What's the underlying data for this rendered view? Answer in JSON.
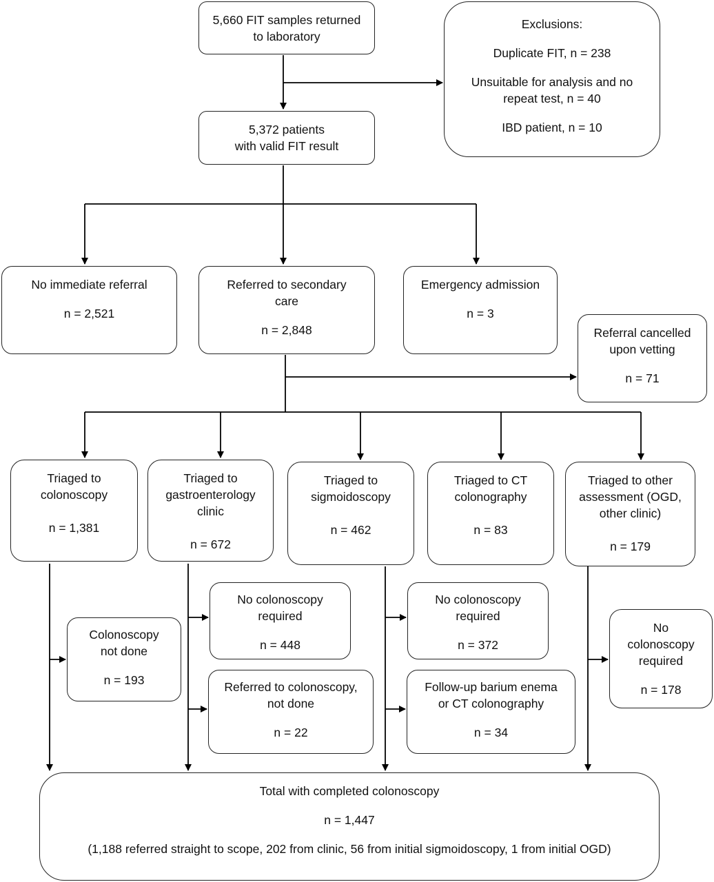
{
  "diagram": {
    "samples": {
      "text": "5,660 FIT samples returned\nto laboratory"
    },
    "exclusions": {
      "title": "Exclusions:",
      "items": [
        "Duplicate FIT, n = 238",
        "Unsuitable for analysis and no\nrepeat test, n = 40",
        "IBD patient, n = 10"
      ]
    },
    "valid": {
      "text": "5,372 patients\nwith valid FIT result"
    },
    "no_referral": {
      "label": "No immediate referral",
      "n": "n = 2,521"
    },
    "referred": {
      "label": "Referred to secondary\ncare",
      "n": "n = 2,848"
    },
    "emergency": {
      "label": "Emergency admission",
      "n": "n = 3"
    },
    "cancelled": {
      "label": "Referral cancelled\nupon vetting",
      "n": "n = 71"
    },
    "triaged_colonoscopy": {
      "label": "Triaged to\ncolonoscopy",
      "n": "n = 1,381"
    },
    "triaged_gastro": {
      "label": "Triaged to\ngastroenterology\nclinic",
      "n": "n = 672"
    },
    "triaged_sigmoid": {
      "label": "Triaged to\nsigmoidoscopy",
      "n": "n = 462"
    },
    "triaged_ct": {
      "label": "Triaged to CT\ncolonography",
      "n": "n = 83"
    },
    "triaged_other": {
      "label": "Triaged to other\nassessment (OGD,\nother clinic)",
      "n": "n = 179"
    },
    "colonoscopy_not_done": {
      "label": "Colonoscopy\nnot done",
      "n": "n = 193"
    },
    "gastro_no_colonoscopy": {
      "label": "No colonoscopy\nrequired",
      "n": "n = 448"
    },
    "gastro_not_done": {
      "label": "Referred to colonoscopy,\nnot done",
      "n": "n = 22"
    },
    "sigmoid_no_colonoscopy": {
      "label": "No colonoscopy\nrequired",
      "n": "n = 372"
    },
    "sigmoid_followup": {
      "label": "Follow-up barium enema\nor CT colonography",
      "n": "n = 34"
    },
    "other_no_colonoscopy": {
      "label": "No\ncolonoscopy\nrequired",
      "n": "n = 178"
    },
    "total": {
      "label": "Total with completed colonoscopy",
      "n": "n = 1,447",
      "breakdown": "(1,188 referred straight to scope, 202 from clinic, 56 from initial sigmoidoscopy, 1 from initial OGD)"
    }
  }
}
